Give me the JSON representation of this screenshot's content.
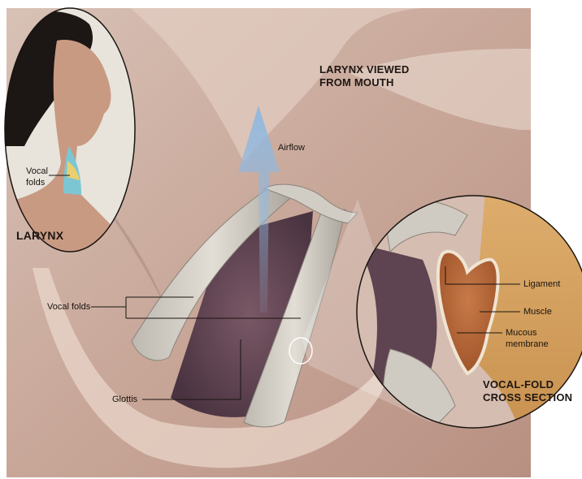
{
  "title": {
    "line1": "LARYNX VIEWED",
    "line2": "FROM MOUTH"
  },
  "inset": {
    "caption": "LARYNX",
    "vocal_folds_line1": "Vocal",
    "vocal_folds_line2": "folds"
  },
  "labels": {
    "airflow": "Airflow",
    "vocal_folds": "Vocal folds",
    "glottis": "Glottis"
  },
  "cross_section": {
    "title_line1": "VOCAL-FOLD",
    "title_line2": "CROSS SECTION",
    "ligament": "Ligament",
    "muscle": "Muscle",
    "mucous_line1": "Mucous",
    "mucous_line2": "membrane"
  },
  "colors": {
    "tissue": "#c9a89a",
    "tissue_light": "#e6d3c8",
    "tissue_dark": "#9c7a70",
    "glottis": "#5a3f4a",
    "fold": "#d9d5cd",
    "airflow": "#8fb8e0",
    "muscle": "#b86a3a",
    "ligament": "#f0e4d2",
    "skin": "#c99a82",
    "hair": "#1c1614",
    "inset_bg": "#e8e4dc",
    "larynx_highlight": "#7cc6d4"
  }
}
